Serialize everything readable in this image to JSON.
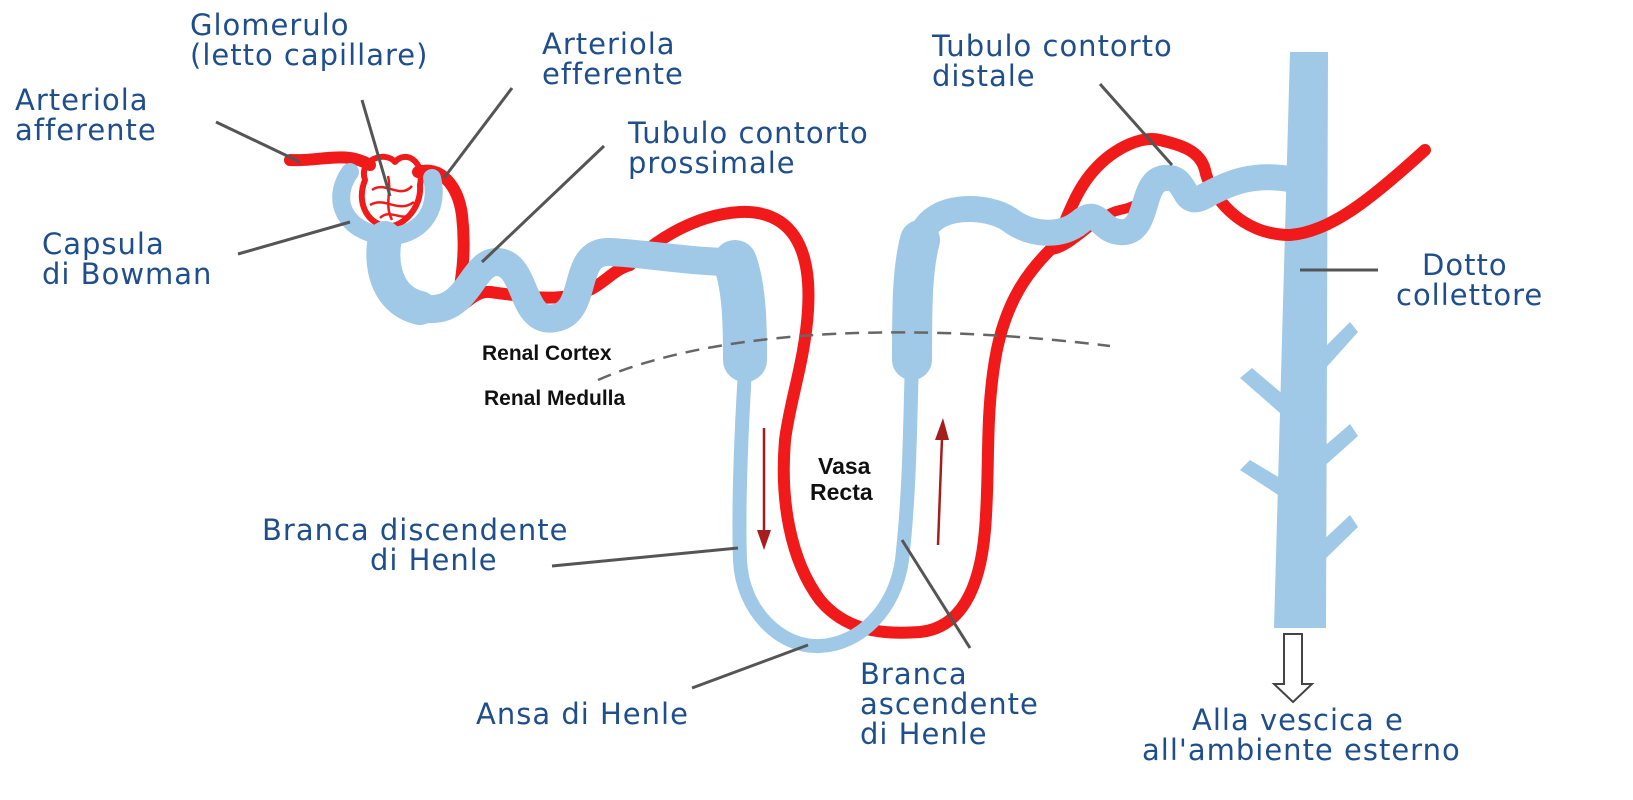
{
  "colors": {
    "tubule": "#9fc9e6",
    "vessel": "#f01a1a",
    "label_text": "#1f4e8c",
    "leader": "#555555",
    "boundary": "#666666",
    "flow_arrow": "#a51d1d"
  },
  "labels": {
    "glomerulo": {
      "line1": "Glomerulo",
      "line2": "(letto capillare)"
    },
    "arteriola_efferente": {
      "line1": "Arteriola",
      "line2": "efferente"
    },
    "arteriola_afferente": {
      "line1": "Arteriola",
      "line2": "afferente"
    },
    "tubulo_prossimale": {
      "line1": "Tubulo contorto",
      "line2": "prossimale"
    },
    "tubulo_distale": {
      "line1": "Tubulo contorto",
      "line2": "distale"
    },
    "capsula_bowman": {
      "line1": "Capsula",
      "line2": "di Bowman"
    },
    "dotto_collettore": {
      "line1": "Dotto",
      "line2": "collettore"
    },
    "branca_discendente": {
      "line1": "Branca discendente",
      "line2": "di Henle"
    },
    "ansa_henle": {
      "line1": "Ansa di Henle"
    },
    "branca_ascendente": {
      "line1": "Branca",
      "line2": "ascendente",
      "line3": "di Henle"
    },
    "uscita": {
      "line1": "Alla vescica e",
      "line2": "all'ambiente esterno"
    }
  },
  "zones": {
    "cortex": "Renal Cortex",
    "medulla": "Renal Medulla",
    "vasa_recta_line1": "Vasa",
    "vasa_recta_line2": "Recta"
  },
  "structures": [
    {
      "name": "Glomerulo",
      "icon": "capillary-tuft"
    },
    {
      "name": "Capsula di Bowman",
      "icon": "cup"
    },
    {
      "name": "Tubulo contorto prossimale",
      "icon": "coiled-tube"
    },
    {
      "name": "Ansa di Henle",
      "icon": "u-loop"
    },
    {
      "name": "Tubulo contorto distale",
      "icon": "coiled-tube"
    },
    {
      "name": "Dotto collettore",
      "icon": "branched-duct"
    },
    {
      "name": "Vasa Recta",
      "icon": "blood-vessel-loop"
    }
  ],
  "flow": {
    "descending_direction": "down",
    "ascending_direction": "up",
    "exit_direction": "down"
  }
}
